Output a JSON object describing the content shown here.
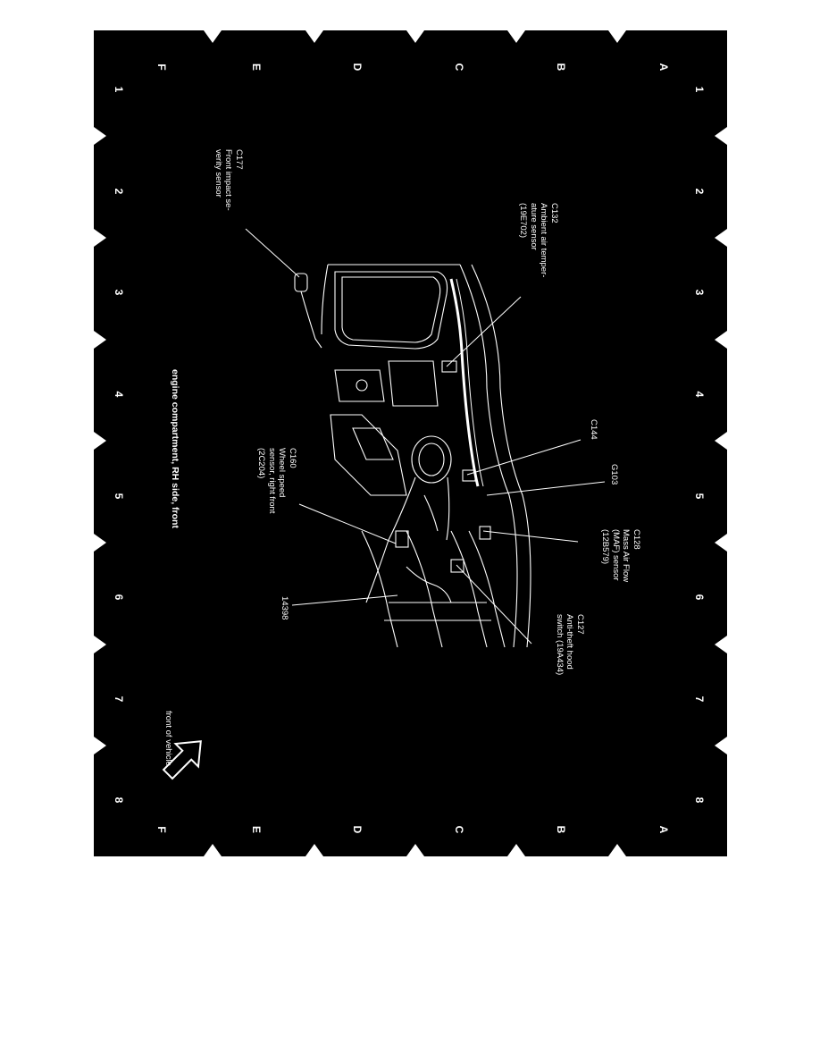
{
  "grid": {
    "rows": [
      "A",
      "B",
      "C",
      "D",
      "E",
      "F"
    ],
    "columns": [
      "1",
      "2",
      "3",
      "4",
      "5",
      "6",
      "7",
      "8"
    ]
  },
  "callouts": {
    "c132": {
      "id": "C132",
      "lines": [
        "Ambient air temper-",
        "ature sensor",
        "(19E702)"
      ]
    },
    "c177": {
      "id": "C177",
      "lines": [
        "Front impact se-",
        "verity sensor"
      ]
    },
    "c144": {
      "id": "C144"
    },
    "g103": {
      "id": "G103"
    },
    "c128": {
      "id": "C128",
      "lines": [
        "Mass Air Flow",
        "(MAF) sensor",
        "(12B579)"
      ]
    },
    "c127": {
      "id": "C127",
      "lines": [
        "Anti-theft hood",
        "switch (19A434)"
      ]
    },
    "c160": {
      "id": "C160",
      "lines": [
        "Wheel speed",
        "sensor, right front",
        "(2C204)"
      ]
    },
    "n14398": {
      "id": "14398"
    }
  },
  "caption": "engine compartment, RH side, front",
  "orientation_label": "front of vehicle",
  "colors": {
    "background": "#000000",
    "foreground": "#ffffff"
  }
}
